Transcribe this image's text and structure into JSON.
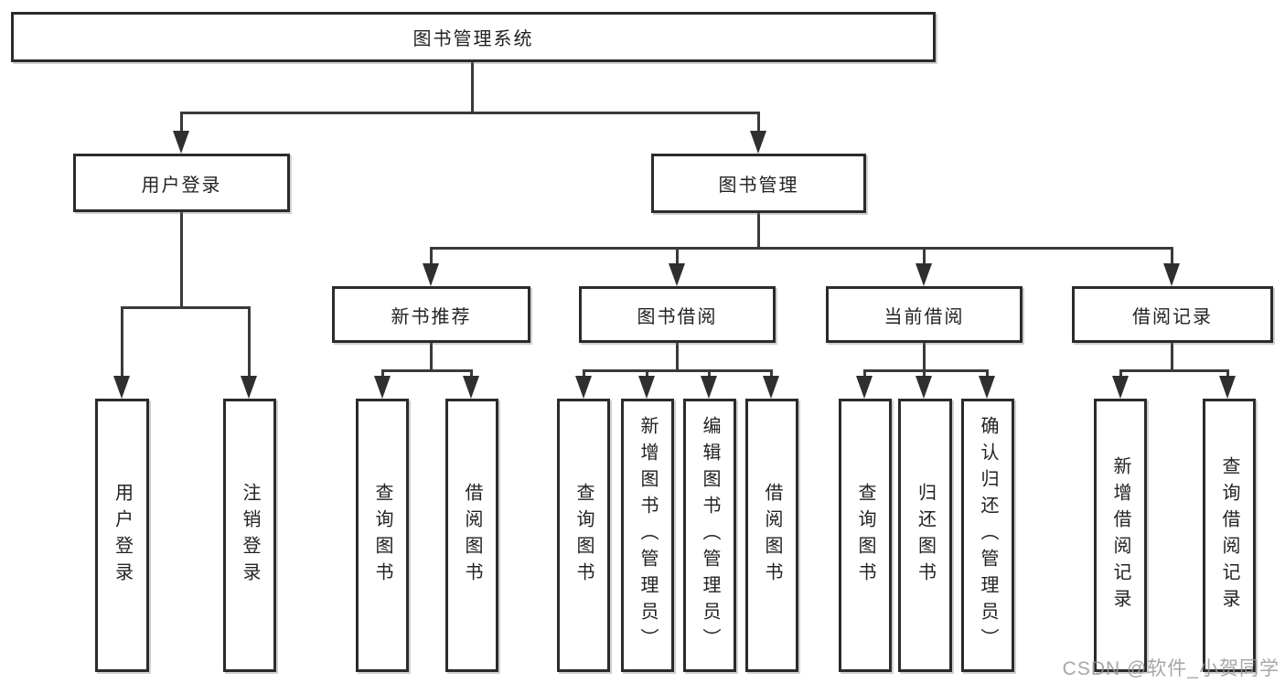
{
  "tree": {
    "root_label": "图书管理系统",
    "level2": [
      {
        "label": "用户登录",
        "children": [
          "用户登录",
          "注销登录"
        ]
      },
      {
        "label": "图书管理"
      }
    ],
    "level3": [
      {
        "label": "新书推荐",
        "children": [
          "查询图书",
          "借阅图书"
        ]
      },
      {
        "label": "图书借阅",
        "children": [
          "查询图书",
          "新增图书（管理员）",
          "编辑图书（管理员）",
          "借阅图书"
        ]
      },
      {
        "label": "当前借阅",
        "children": [
          "查询图书",
          "归还图书",
          "确认归还（管理员）"
        ]
      },
      {
        "label": "借阅记录",
        "children": [
          "新增借阅记录",
          "查询借阅记录"
        ]
      }
    ]
  },
  "watermark": {
    "text": "CSDN @软件_小贺同学"
  },
  "colors": {
    "line": "#3a3a3a",
    "border": "#2b2b2b",
    "text": "#222222",
    "watermark": "#969696"
  }
}
